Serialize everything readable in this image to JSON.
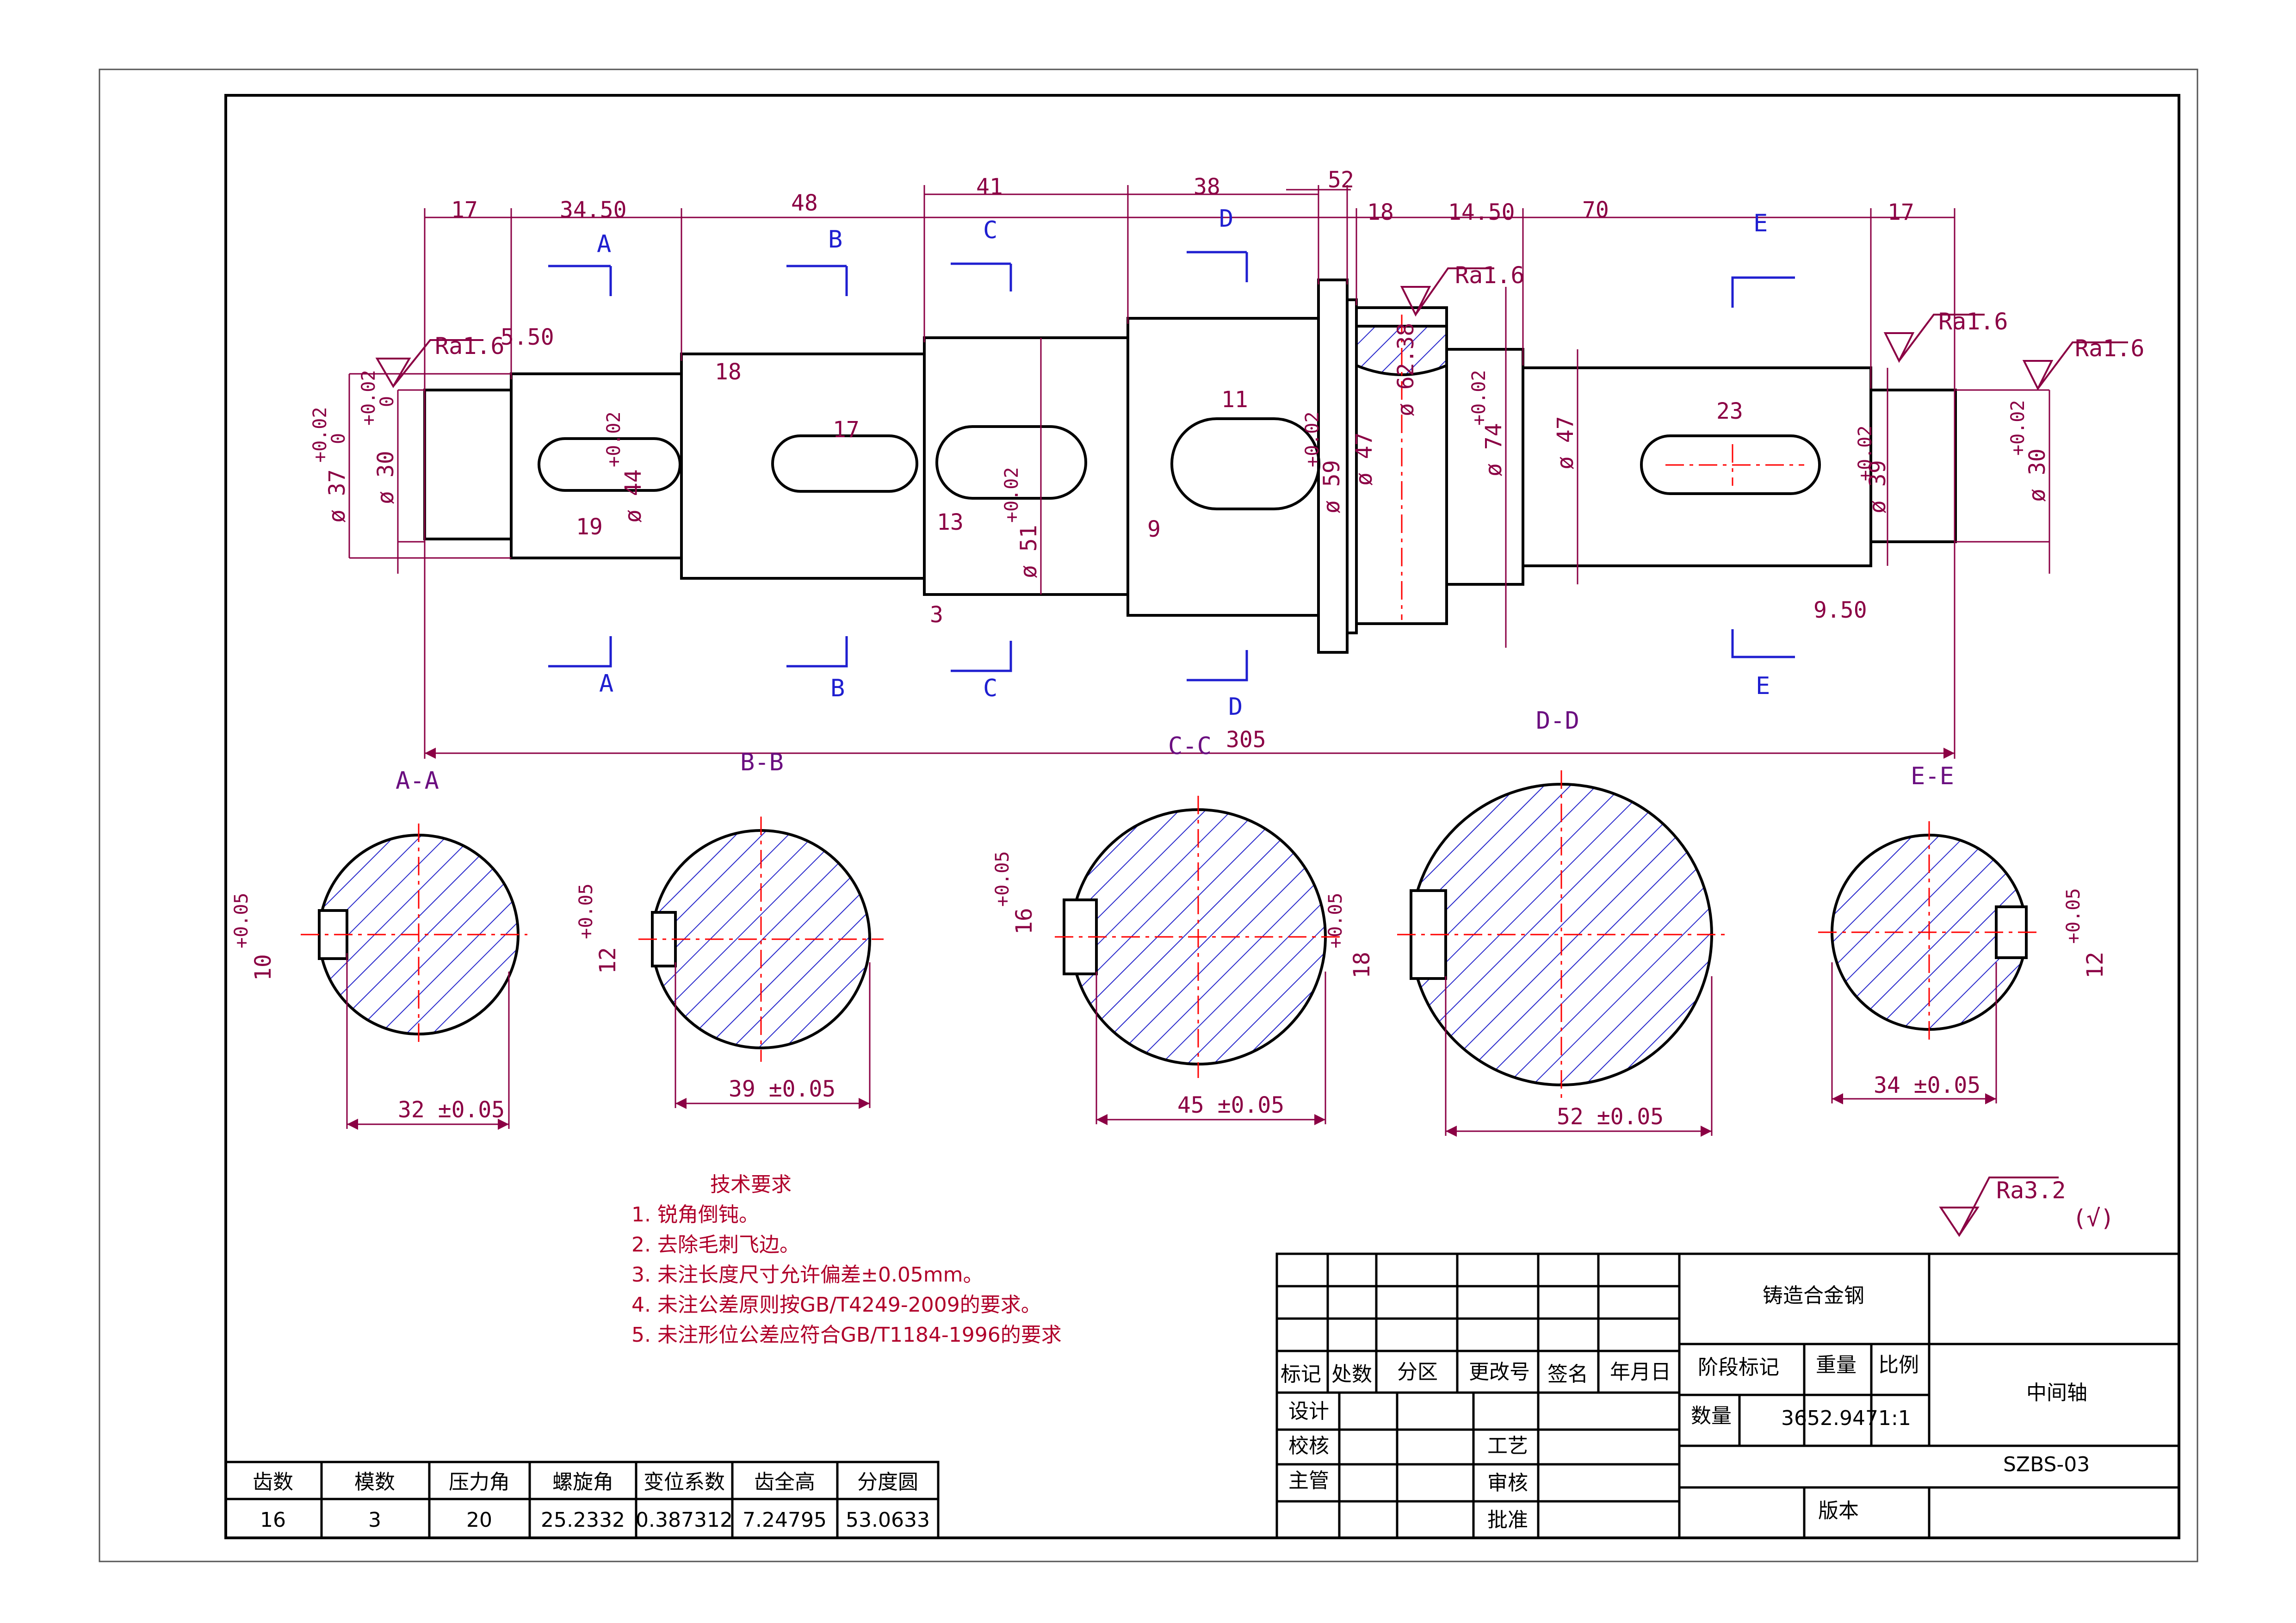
{
  "sheet": {
    "line_color": "#000000",
    "dim_color": "#8b0044",
    "section_color": "#1f1fd0",
    "center_color": "#ff0000",
    "hatch_color": "#2a2acc"
  },
  "dimensions": {
    "top": [
      "17",
      "34.50",
      "48",
      "41",
      "38",
      "5",
      "2",
      "18",
      "14.50",
      "70",
      "17"
    ],
    "overall": "305",
    "keyway_lengths": [
      "5.50",
      "18",
      "17",
      "11",
      "23",
      "19",
      "13",
      "9",
      "3",
      "9.50"
    ],
    "diameters": [
      "ø 37",
      "ø 30",
      "ø 44",
      "ø 51",
      "ø 59",
      "ø 47",
      "ø 62.38",
      "ø 74",
      "ø 47",
      "ø 39",
      "ø 30"
    ],
    "tolerance_upper": "+0.02",
    "tolerance_lower": "0",
    "tol_005": "+0.05"
  },
  "roughness": {
    "main": "Ra1.6",
    "general": "Ra3.2",
    "general_suffix": "(√)"
  },
  "section_markers": [
    "A",
    "B",
    "C",
    "D",
    "E"
  ],
  "section_labels": [
    "A-A",
    "B-B",
    "C-C",
    "D-D",
    "E-E"
  ],
  "sections": [
    {
      "label": "A-A",
      "key_width": "10",
      "dim": "32 ±0.05"
    },
    {
      "label": "B-B",
      "key_width": "12",
      "dim": "39 ±0.05"
    },
    {
      "label": "C-C",
      "key_width": "16",
      "dim": "45 ±0.05"
    },
    {
      "label": "D-D",
      "key_width": "18",
      "dim": "52 ±0.05"
    },
    {
      "label": "E-E",
      "key_width": "12",
      "dim": "34 ±0.05"
    }
  ],
  "tech_requirements": {
    "title": "技术要求",
    "items": [
      "1.   锐角倒钝。",
      "2.   去除毛刺飞边。",
      "3.   未注长度尺寸允许偏差±0.05mm。",
      "4.   未注公差原则按GB/T4249-2009的要求。",
      "5.   未注形位公差应符合GB/T1184-1996的要求"
    ]
  },
  "gear_table": {
    "headers": [
      "齿数",
      "模数",
      "压力角",
      "螺旋角",
      "变位系数",
      "齿全高",
      "分度圆"
    ],
    "values": [
      "16",
      "3",
      "20",
      "25.2332",
      "0.387312",
      "7.24795",
      "53.0633"
    ]
  },
  "title_block": {
    "material": "铸造合金钢",
    "part_name": "中间轴",
    "drawing_no": "SZBS-03",
    "rev_headers": [
      "标记",
      "处数",
      "分区",
      "更改号",
      "签名",
      "年月日"
    ],
    "sign_rows": [
      "设计",
      "校核",
      "主管"
    ],
    "process_labels": [
      "工艺",
      "审核",
      "批准"
    ],
    "stage_label": "阶段标记",
    "weight_label": "重量",
    "scale_label": "比例",
    "qty_label": "数量",
    "weight_value": "3652.947",
    "scale_value": "1:1",
    "version_label": "版本"
  }
}
